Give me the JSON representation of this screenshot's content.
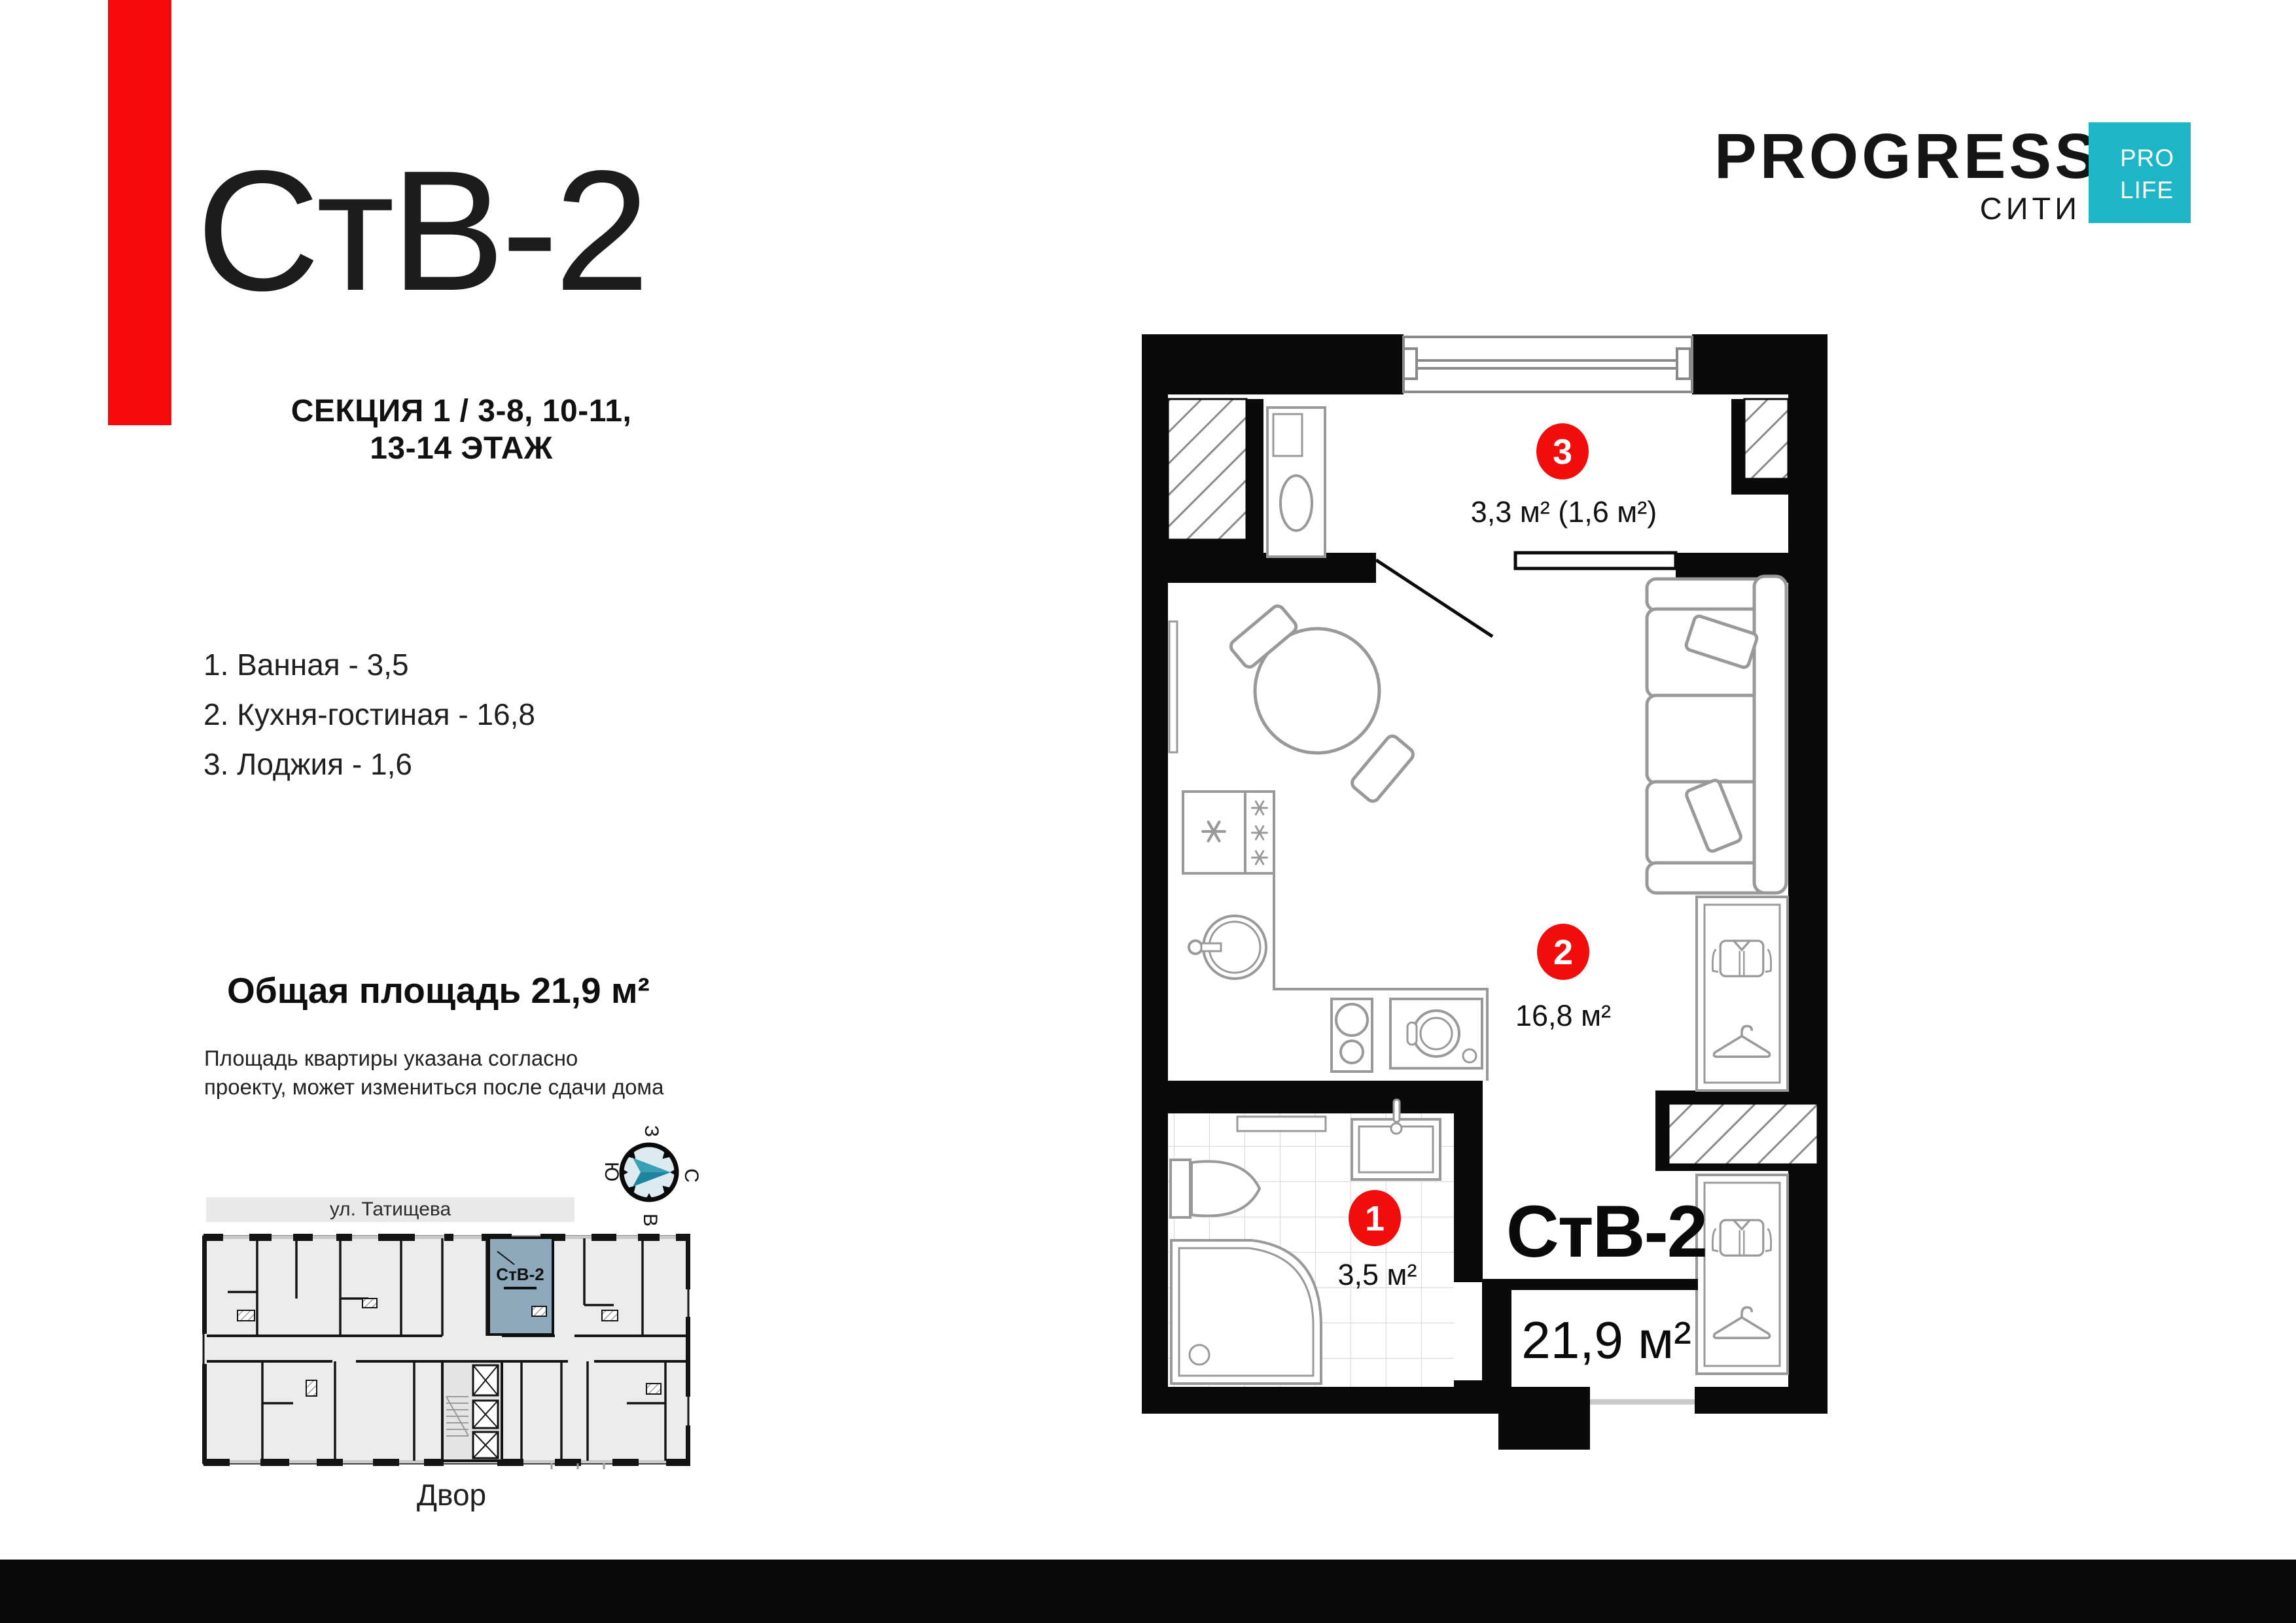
{
  "header": {
    "title": "СтВ-2",
    "section_line1": "СЕКЦИЯ 1 / 3-8, 10-11,",
    "section_line2": "13-14 ЭТАЖ"
  },
  "logo": {
    "brand": "PROGRESS",
    "city": "СИТИ",
    "badge_line1": "PRO",
    "badge_line2": "LIFE",
    "badge_color": "#1EB5C6"
  },
  "room_list": [
    {
      "label": "1. Ванная - 3,5"
    },
    {
      "label": "2. Кухня-гостиная - 16,8"
    },
    {
      "label": "3. Лоджия - 1,6"
    }
  ],
  "total_area_label": "Общая площадь 21,9 м²",
  "disclaimer": {
    "line1": "Площадь квартиры указана согласно",
    "line2": "проекту, может измениться после сдачи дома"
  },
  "compass": {
    "north": "С",
    "south": "Ю",
    "west": "З",
    "east": "В"
  },
  "minimap": {
    "street": "ул. Татищева",
    "unit_label": "СтВ-2",
    "yard_label": "Двор",
    "highlight_color": "#8FA9BC"
  },
  "plan": {
    "badge_color": "#F20D0D",
    "badges": [
      {
        "num": "3",
        "area_label": "3,3 м² (1,6 м²)"
      },
      {
        "num": "2",
        "area_label": "16,8 м²"
      },
      {
        "num": "1",
        "area_label": "3,5 м²"
      }
    ],
    "apartment_code": "СтВ-2",
    "total_area": "21,9 м²"
  },
  "colors": {
    "accent_red": "#F60A0A",
    "footer_bar": "#0A0A0A",
    "wall_black": "#0A0A0A",
    "furniture_gray": "#999999"
  }
}
